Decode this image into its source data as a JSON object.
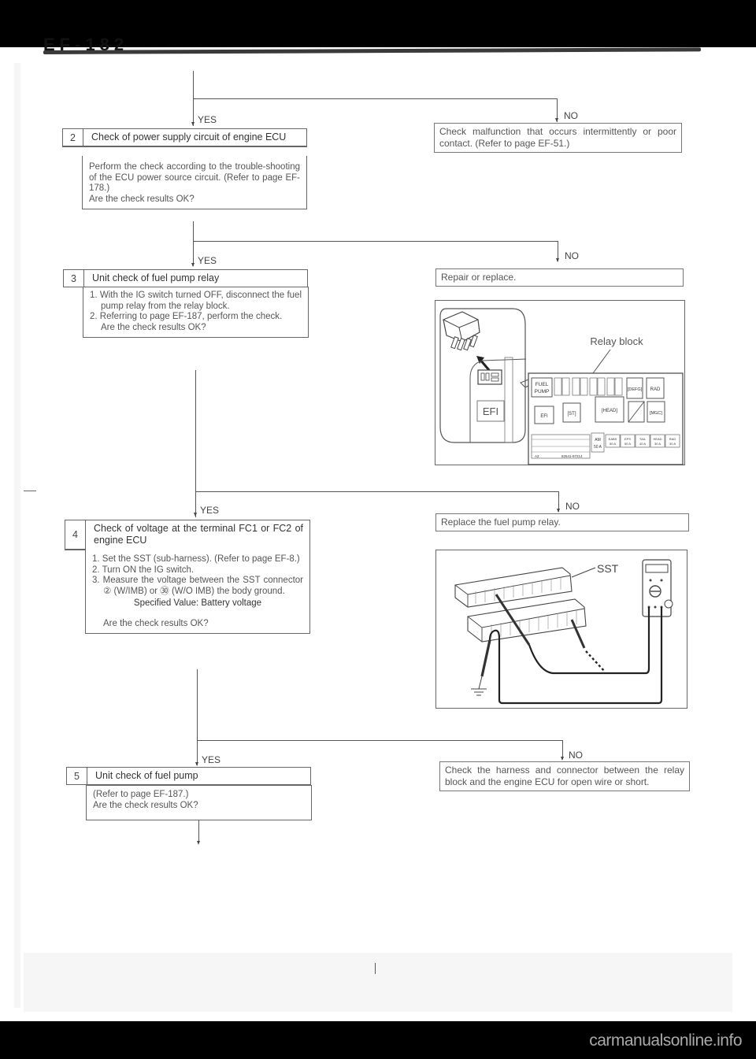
{
  "page": {
    "header_fragment": "EF-182",
    "watermark": "carmanualsonline.info"
  },
  "flow": {
    "yes_label": "YES",
    "no_label": "NO",
    "steps": [
      {
        "number": "2",
        "title": "Check of power supply circuit of engine ECU",
        "body": [
          "Perform the check according to the trouble-shooting of the ECU power source circuit. (Refer to page EF-178.)",
          "Are the check results OK?"
        ],
        "no_result": "Check malfunction that occurs intermittently or poor contact. (Refer to page EF-51.)"
      },
      {
        "number": "3",
        "title": "Unit check of fuel pump relay",
        "body": [
          "1. With the IG switch turned OFF, disconnect the fuel pump relay from the relay block.",
          "2. Referring to page EF-187, perform the check.",
          "Are the check results OK?"
        ],
        "no_result": "Repair or replace."
      },
      {
        "number": "4",
        "title": "Check of voltage at the terminal FC1 or FC2 of engine ECU",
        "body": [
          "1. Set the SST (sub-harness). (Refer to page EF-8.)",
          "2. Turn ON the IG switch.",
          "3. Measure the voltage between the SST connector ② (W/IMB) or ㉚ (W/O IMB) the body ground.",
          "Specified Value:  Battery voltage",
          "Are the check results OK?"
        ],
        "no_result": "Replace the fuel pump relay."
      },
      {
        "number": "5",
        "title": "Unit check of fuel pump",
        "body": [
          "(Refer to page EF-187.)",
          "Are the check results OK?"
        ],
        "no_result": "Check the harness and connector between the relay block and the engine ECU for open wire or short."
      }
    ]
  },
  "figures": {
    "relay_block": {
      "callout": "Relay block",
      "inset_label": "EFI",
      "labels": {
        "fuel_pump": [
          "FUEL",
          "PUMP"
        ],
        "efi": "EFI",
        "st": "[ST]",
        "head": "[HEAD]",
        "defg": "[DEFG]",
        "rad": "RAD",
        "mgc": "[MGC]",
        "am": [
          "AM",
          "50 A"
        ],
        "fuses": [
          {
            "name": "EABS",
            "rating": "50 A"
          },
          {
            "name": "EPS",
            "rating": "50 A"
          },
          {
            "name": "TAIL",
            "rating": "40 A"
          },
          {
            "name": "HEAD",
            "rating": "30 A"
          },
          {
            "name": "RAD",
            "rating": "30 A"
          }
        ],
        "part_no": "82641-97214",
        "code": "A2"
      }
    },
    "sst_meter": {
      "callout": "SST"
    }
  }
}
